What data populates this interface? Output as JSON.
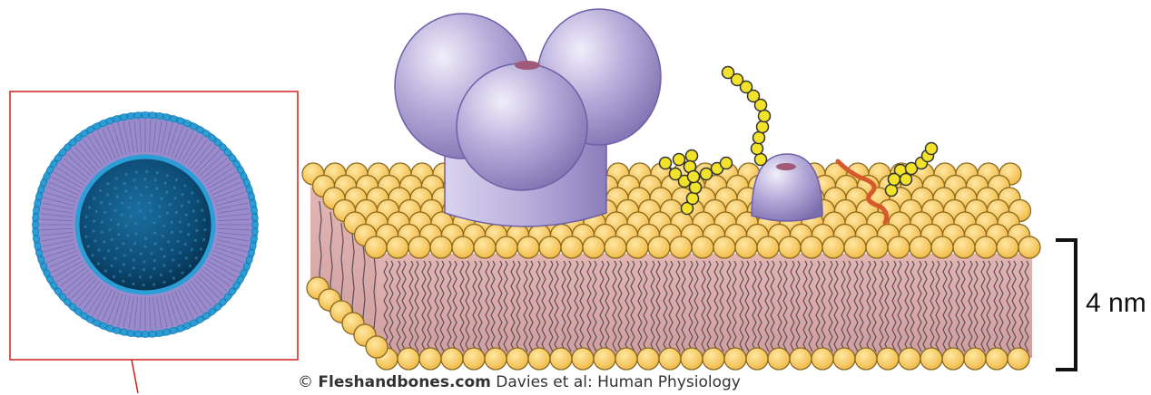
{
  "scale_bar": {
    "label": "4 nm"
  },
  "credit": {
    "symbol": "©",
    "site": "Fleshandbones.com",
    "citation": "Davies et al: Human Physiology"
  },
  "colors": {
    "head": "#f6c456",
    "head_stroke": "#8a6a22",
    "tail_band": "#d9a8a8",
    "tail_line": "#5a4e58",
    "protein": "#b3a8d6",
    "protein_dark": "#6e5fa8",
    "glyco": "#f2e32a",
    "glyco_stroke": "#333333",
    "lipid_chain": "#d65a2c",
    "inset_frame": "#d0211f",
    "vesicle_outer": "#2b9ed8",
    "vesicle_lumen": "#0f4f79"
  }
}
